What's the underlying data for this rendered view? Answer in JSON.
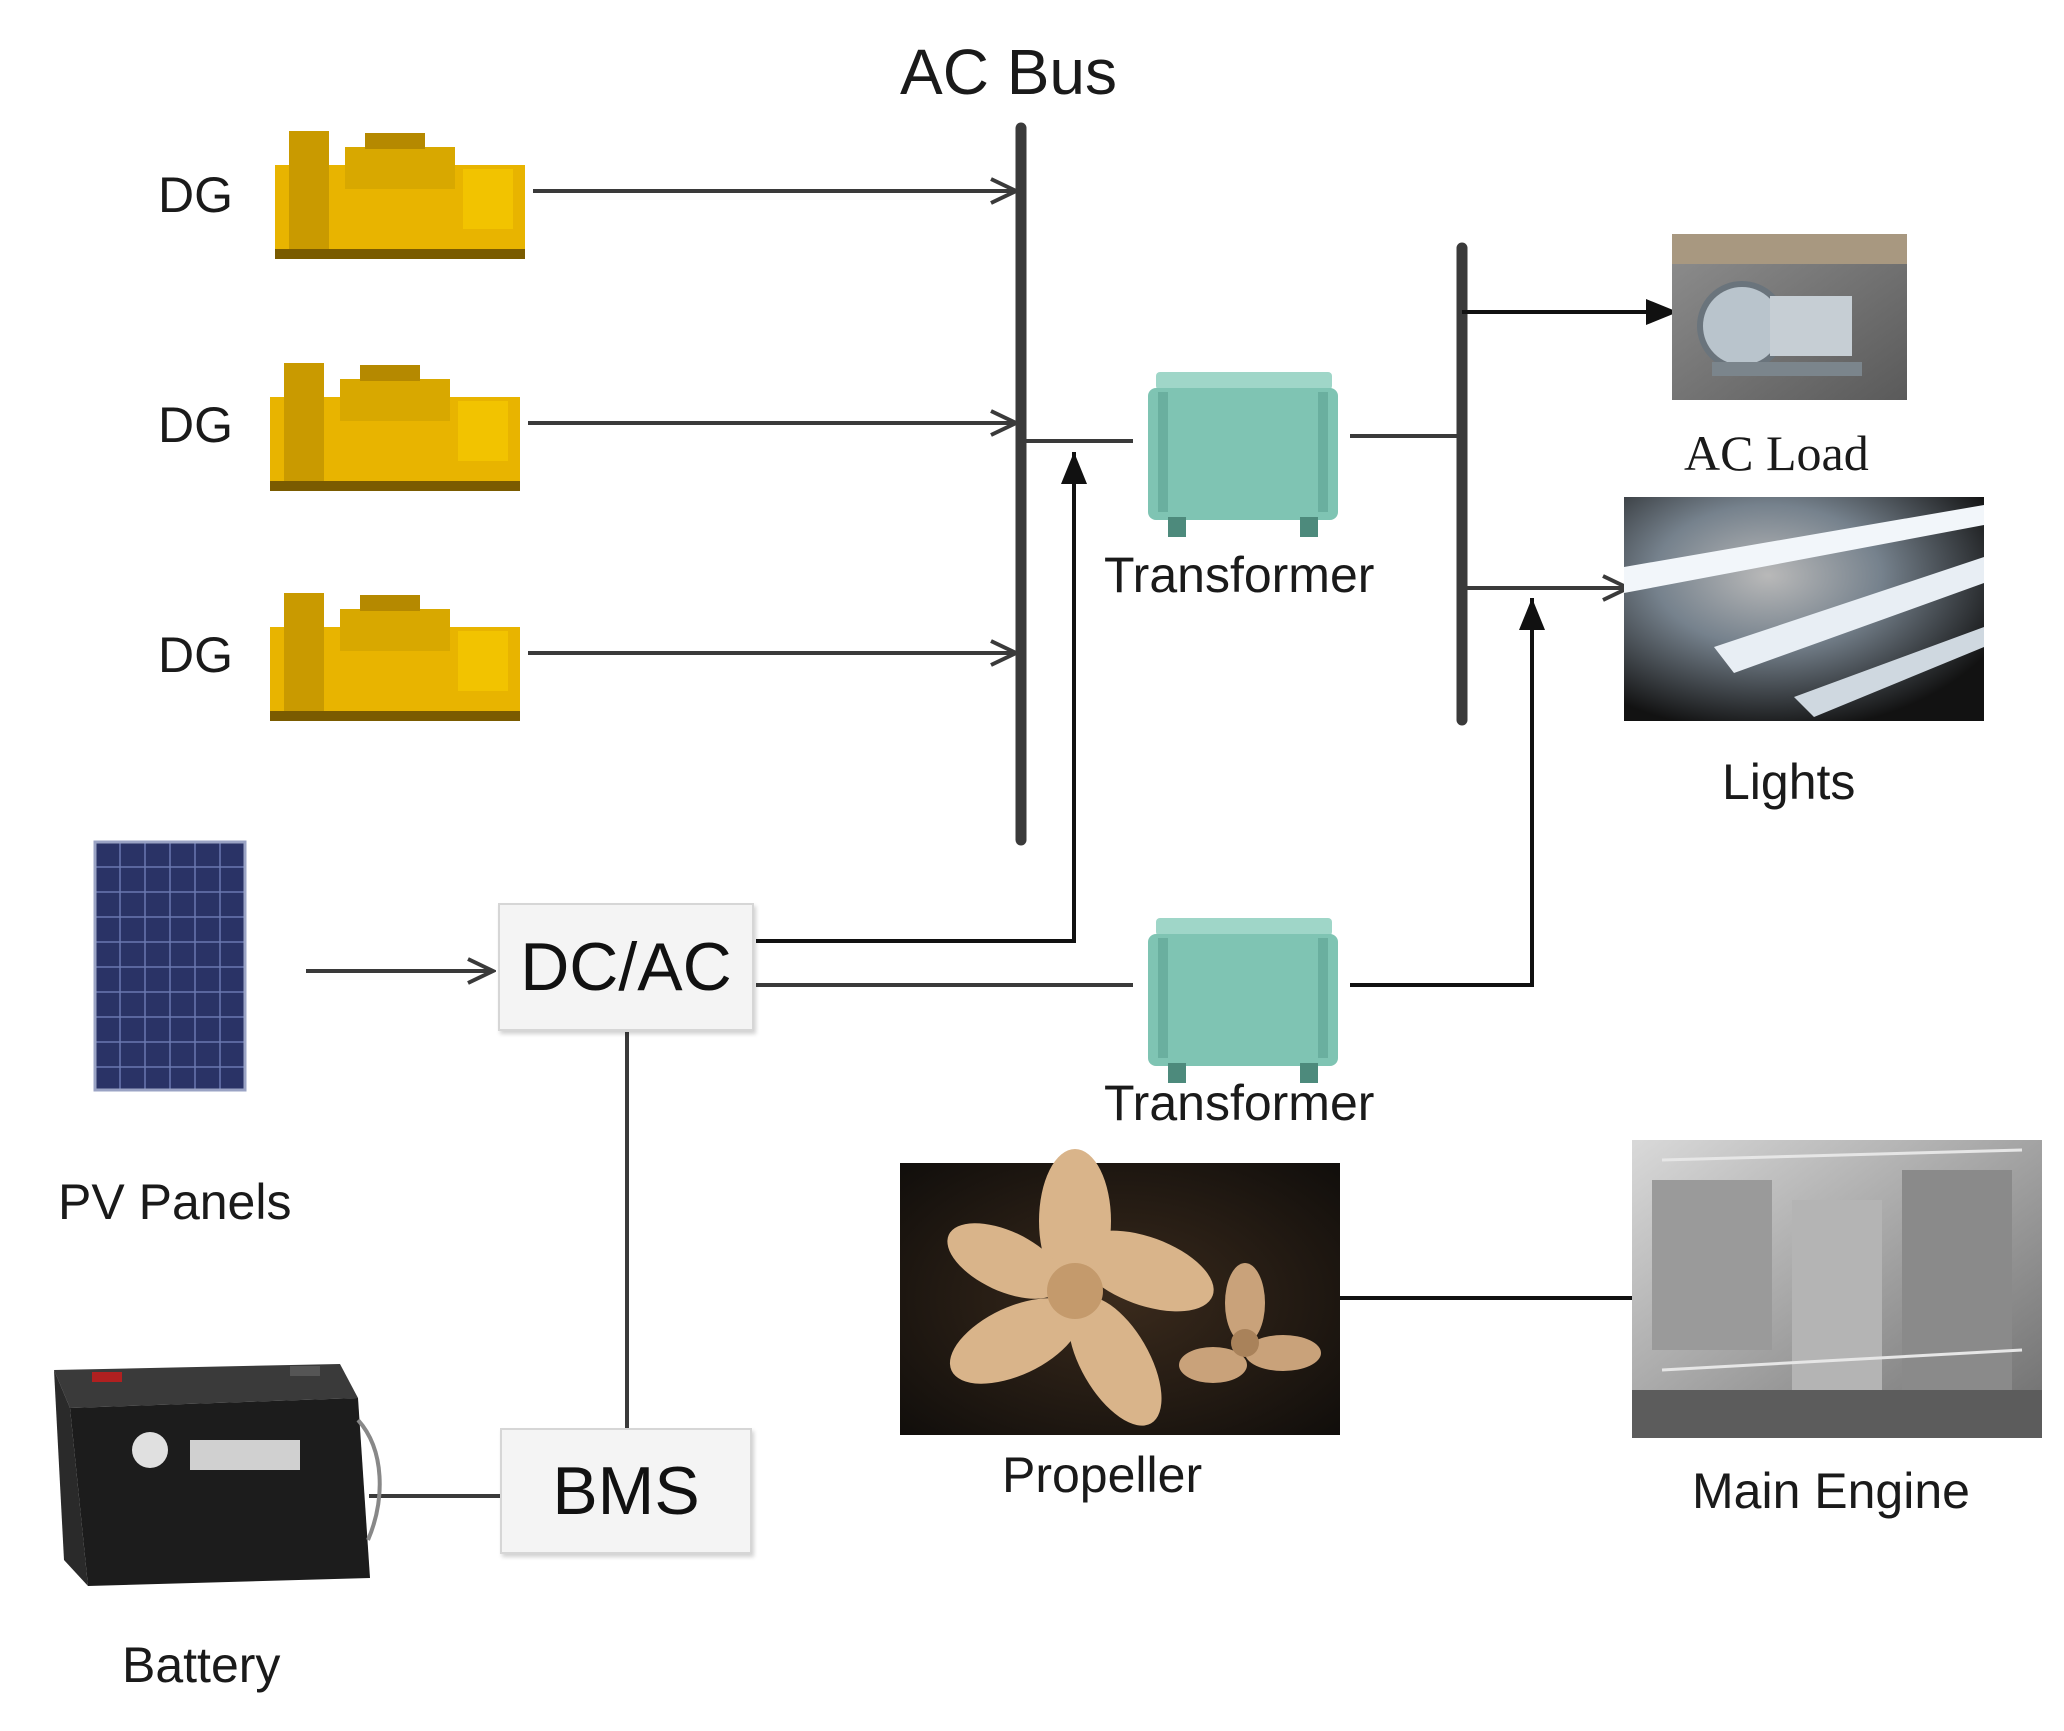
{
  "labels": {
    "ac_bus": "AC Bus",
    "dg": "DG",
    "transformer": "Transformer",
    "ac_load": "AC Load",
    "lights": "Lights",
    "pv_panels": "PV Panels",
    "dc_ac": "DC/AC",
    "bms": "BMS",
    "battery": "Battery",
    "propeller": "Propeller",
    "main_engine": "Main Engine"
  },
  "colors": {
    "line": "#3a3a3a",
    "generator": "#e8b400",
    "transformer": "#7fc4b3",
    "pv_panel": "#2a3366",
    "battery": "#1c1c1c"
  }
}
